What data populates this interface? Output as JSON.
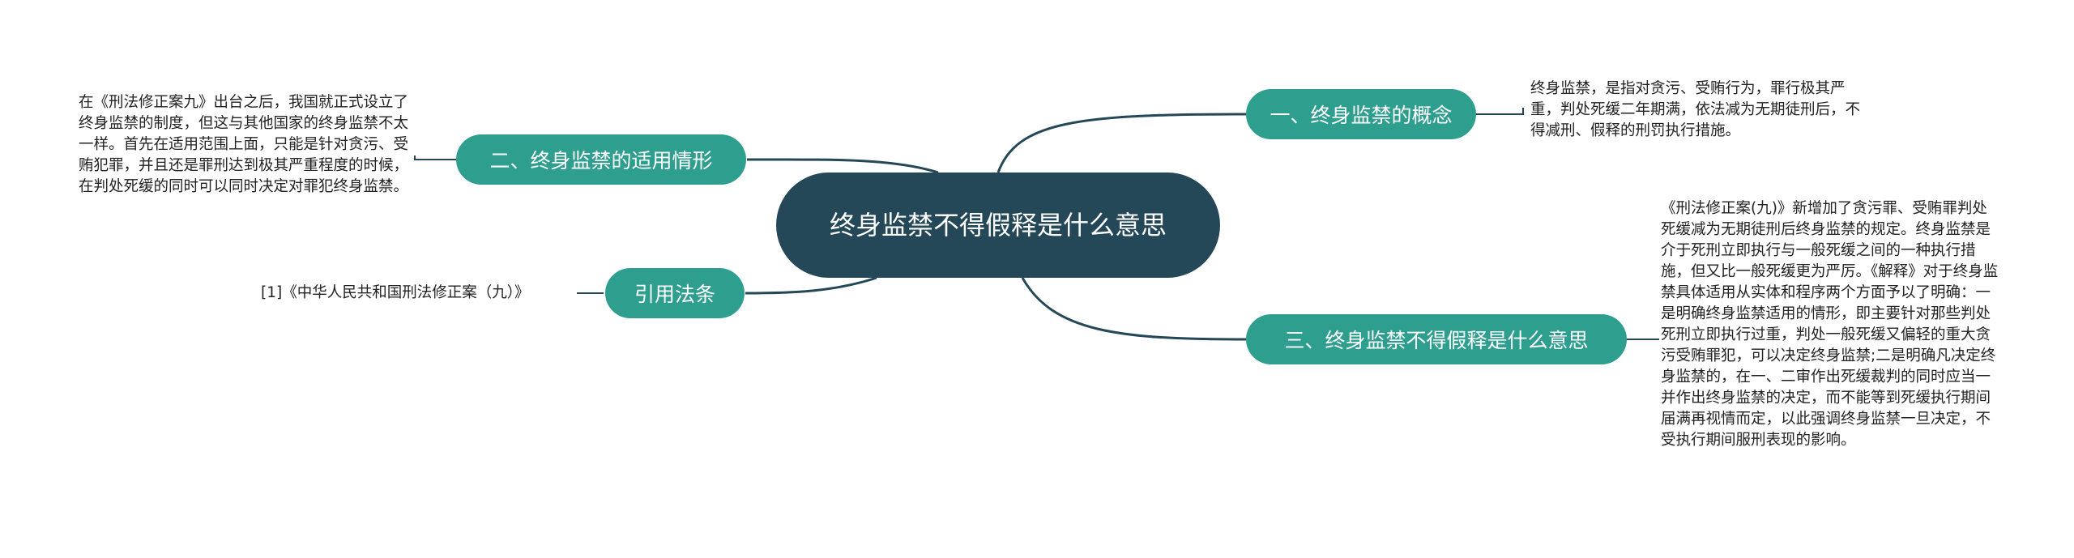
{
  "colors": {
    "central_bg": "#254858",
    "branch_bg": "#2e9f8f",
    "line": "#254858",
    "text": "#222222",
    "background": "#ffffff"
  },
  "central": {
    "label": "终身监禁不得假释是什么意思"
  },
  "branches": {
    "b1": {
      "label": "一、终身监禁的概念",
      "note": "终身监禁，是指对贪污、受贿行为，罪行极其严重，判处死缓二年期满，依法减为无期徒刑后，不得减刑、假释的刑罚执行措施。"
    },
    "b2": {
      "label": "二、终身监禁的适用情形",
      "note": "在《刑法修正案九》出台之后，我国就正式设立了终身监禁的制度，但这与其他国家的终身监禁不太一样。首先在适用范围上面，只能是针对贪污、受贿犯罪，并且还是罪刑达到极其严重程度的时候，在判处死缓的同时可以同时决定对罪犯终身监禁。"
    },
    "b3": {
      "label": "三、终身监禁不得假释是什么意思",
      "note": "《刑法修正案(九)》新增加了贪污罪、受贿罪判处死缓减为无期徒刑后终身监禁的规定。终身监禁是介于死刑立即执行与一般死缓之间的一种执行措施，但又比一般死缓更为严厉。《解释》对于终身监禁具体适用从实体和程序两个方面予以了明确：一是明确终身监禁适用的情形，即主要针对那些判处死刑立即执行过重，判处一般死缓又偏轻的重大贪污受贿罪犯，可以决定终身监禁;二是明确凡决定终身监禁的，在一、二审作出死缓裁判的同时应当一并作出终身监禁的决定，而不能等到死缓执行期间届满再视情而定，以此强调终身监禁一旦决定，不受执行期间服刑表现的影响。"
    },
    "b4": {
      "label": "引用法条",
      "note": "[1]《中华人民共和国刑法修正案（九）》"
    }
  }
}
